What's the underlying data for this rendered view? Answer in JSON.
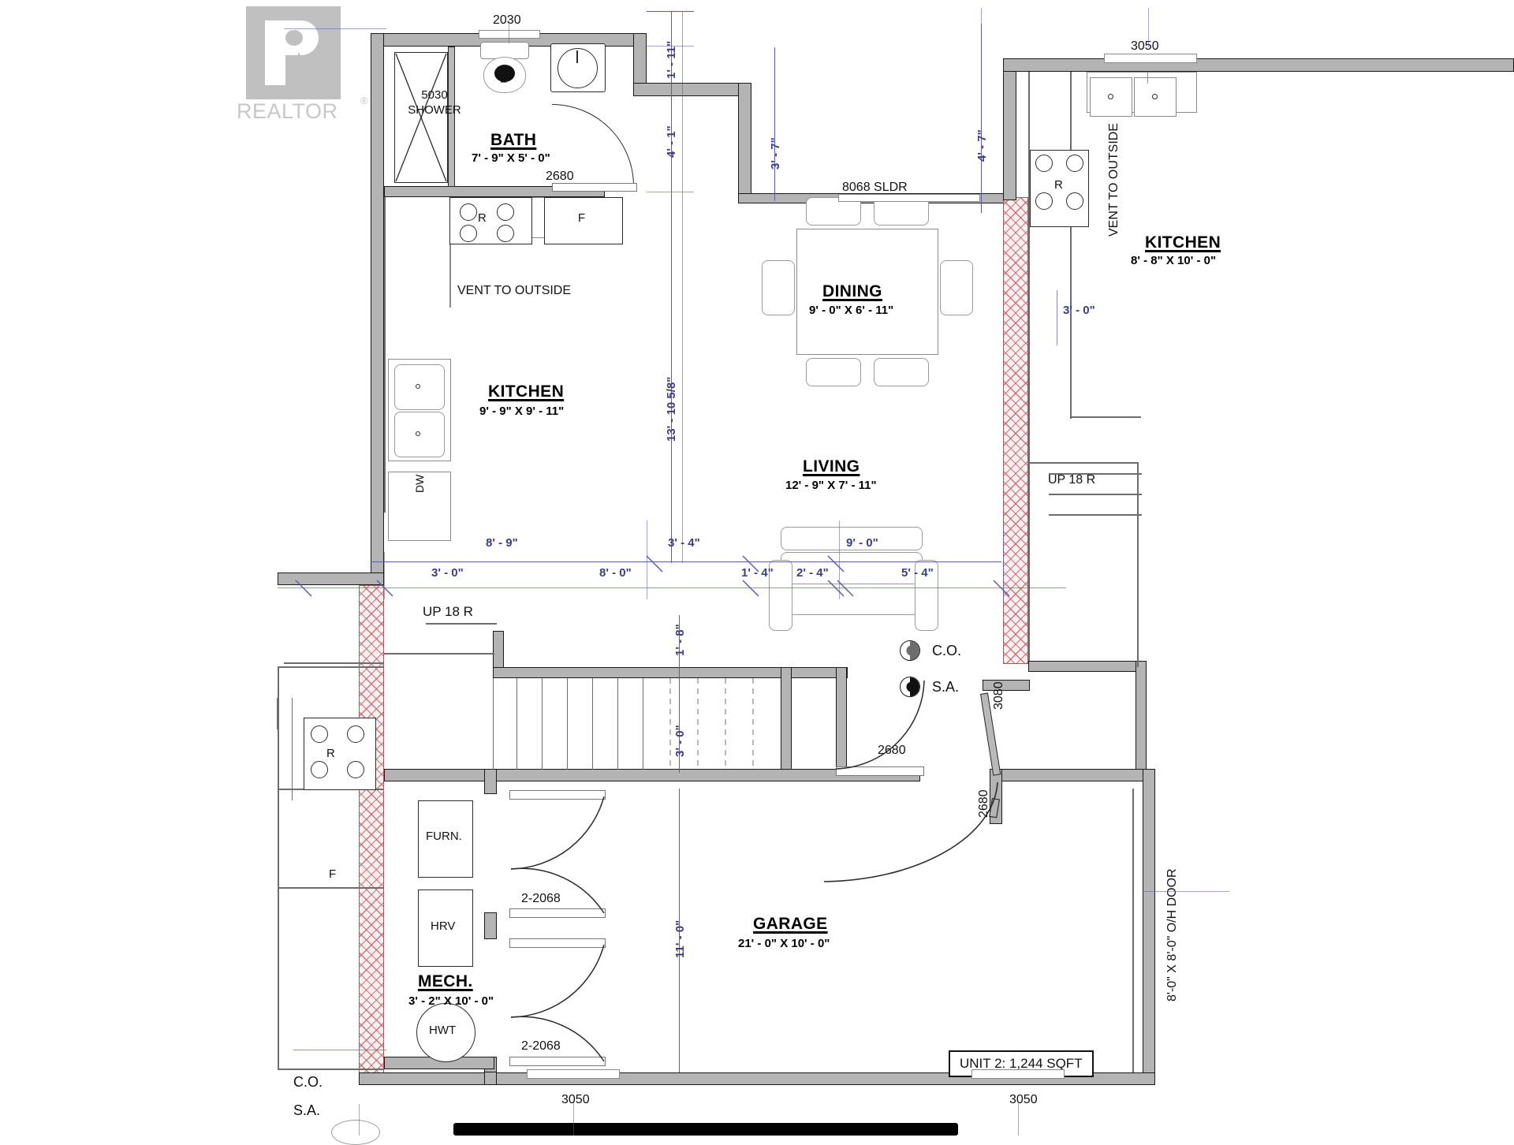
{
  "plan": {
    "unit_badge": "UNIT 2: 1,244 SQFT",
    "watermark": {
      "brand": "REALTOR",
      "registered": "®"
    }
  },
  "rooms": [
    {
      "name": "BATH",
      "dims": "7' - 9\" X 5' - 0\""
    },
    {
      "name": "KITCHEN",
      "dims": "9' - 9\" X 9' - 11\""
    },
    {
      "name": "DINING",
      "dims": "9' - 0\" X 6' - 11\""
    },
    {
      "name": "LIVING",
      "dims": "12' - 9\" X 7' - 11\""
    },
    {
      "name": "KITCHEN",
      "dims": "8' - 8\" X 10' - 0\""
    },
    {
      "name": "GARAGE",
      "dims": "21' - 0\" X 10' - 0\""
    },
    {
      "name": "MECH.",
      "dims": "3' - 2\" X 10' - 0\""
    }
  ],
  "fixtures": {
    "shower_size": "5030",
    "shower_label": "SHOWER",
    "range_left": "R",
    "range_right": "R",
    "fridge_left": "F",
    "fridge_lower": "F",
    "dishwasher": "DW",
    "furnace": "FURN.",
    "hrv": "HRV",
    "hwt": "HWT",
    "vent_left": "VENT TO OUTSIDE",
    "vent_right": "VENT TO OUTSIDE"
  },
  "openings": {
    "win_bath": "2030",
    "door_bath": "2680",
    "slider_dining": "8068 SLDR",
    "win_kitchen_right": "3050",
    "door_garage_entry": "2680",
    "door_front": "3080",
    "door_mech_upper": "2-2068",
    "door_mech_lower": "2-2068",
    "door_stair": "2680",
    "oh_door": "8'-0\" X 8'-0\" O/H DOOR",
    "win_bottom_left": "3050",
    "win_bottom_right": "3050"
  },
  "stairs": {
    "up_upper": "UP  18  R",
    "up_lower": "UP  18  R"
  },
  "symbols": {
    "co_label": "C.O.",
    "sa_label": "S.A.",
    "co_label_left": "C.O.",
    "sa_label_left": "S.A."
  },
  "dimensions": {
    "vertical": [
      {
        "text": "1' - 11\""
      },
      {
        "text": "4' - 1\""
      },
      {
        "text": "13' - 10 5/8\""
      },
      {
        "text": "3' - 7\""
      },
      {
        "text": "4' - 7\""
      },
      {
        "text": "3' - 0\""
      },
      {
        "text": "1' - 8\""
      },
      {
        "text": "3' - 0\""
      },
      {
        "text": "11' - 0\""
      },
      {
        "text": "3080"
      },
      {
        "text": "2680"
      }
    ],
    "horizontal_upper": [
      {
        "text": "8' - 9\""
      },
      {
        "text": "3' - 4\""
      },
      {
        "text": "9' - 0\""
      }
    ],
    "horizontal_lower": [
      {
        "text": "3' - 0\""
      },
      {
        "text": "8' - 0\""
      },
      {
        "text": "1' - 4\""
      },
      {
        "text": "2' - 4\""
      },
      {
        "text": "5' - 4\""
      }
    ]
  },
  "colors": {
    "wall_fill": "#b4b4b4",
    "wall_stroke": "#1a1a1a",
    "hatch": "#c46068",
    "dimension": "#3b3b8f",
    "text": "#000000"
  }
}
